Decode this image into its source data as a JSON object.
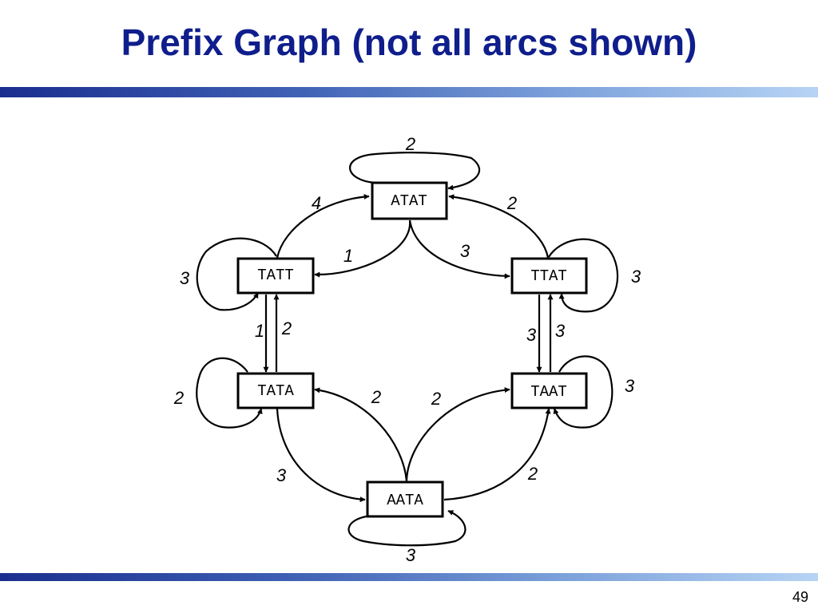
{
  "slide": {
    "title": "Prefix Graph (not all arcs shown)",
    "page_number": "49"
  },
  "graph": {
    "nodes": [
      {
        "id": "ATAT",
        "label": "ATAT"
      },
      {
        "id": "TATT",
        "label": "TATT"
      },
      {
        "id": "TTAT",
        "label": "TTAT"
      },
      {
        "id": "TATA",
        "label": "TATA"
      },
      {
        "id": "TAAT",
        "label": "TAAT"
      },
      {
        "id": "AATA",
        "label": "AATA"
      }
    ],
    "edges": [
      {
        "from": "ATAT",
        "to": "ATAT",
        "weight": "2"
      },
      {
        "from": "TATT",
        "to": "ATAT",
        "weight": "4"
      },
      {
        "from": "TTAT",
        "to": "ATAT",
        "weight": "2"
      },
      {
        "from": "ATAT",
        "to": "TATT",
        "weight": "1"
      },
      {
        "from": "ATAT",
        "to": "TTAT",
        "weight": "3"
      },
      {
        "from": "TATT",
        "to": "TATT",
        "weight": "3"
      },
      {
        "from": "TTAT",
        "to": "TTAT",
        "weight": "3"
      },
      {
        "from": "TATT",
        "to": "TATA",
        "weight": "1"
      },
      {
        "from": "TATA",
        "to": "TATT",
        "weight": "2"
      },
      {
        "from": "TTAT",
        "to": "TAAT",
        "weight": "3"
      },
      {
        "from": "TAAT",
        "to": "TTAT",
        "weight": "3"
      },
      {
        "from": "TATA",
        "to": "TATA",
        "weight": "2"
      },
      {
        "from": "TAAT",
        "to": "TAAT",
        "weight": "3"
      },
      {
        "from": "AATA",
        "to": "TATA",
        "weight": "2"
      },
      {
        "from": "AATA",
        "to": "TAAT",
        "weight": "2"
      },
      {
        "from": "TATA",
        "to": "AATA",
        "weight": "3"
      },
      {
        "from": "AATA",
        "to": "TAAT",
        "weight": "2"
      },
      {
        "from": "AATA",
        "to": "AATA",
        "weight": "3"
      }
    ]
  }
}
